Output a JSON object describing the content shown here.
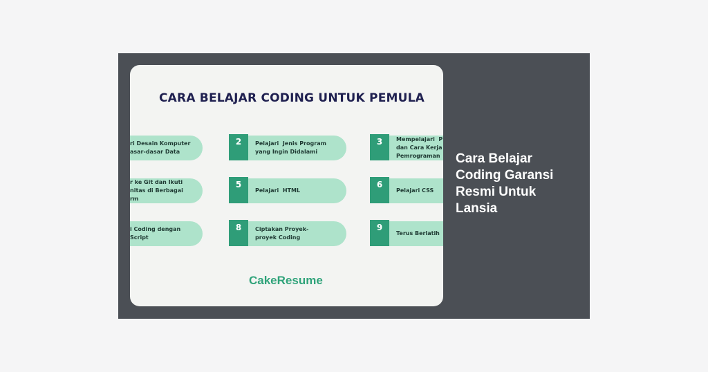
{
  "image": {
    "title": "CARA BELAJAR CODING UNTUK PEMULA",
    "steps": [
      {
        "number": "",
        "text": "ri Desain Komputer\nasar-dasar Data"
      },
      {
        "number": "2",
        "text": "Pelajari  Jenis Program\nyang Ingin Didalami"
      },
      {
        "number": "3",
        "text": "Mempelajari  P\ndan Cara Kerja\nPemrograman"
      },
      {
        "number": "",
        "text": "r ke Git dan Ikuti\nnitas di Berbagai\nrm"
      },
      {
        "number": "5",
        "text": "Pelajari  HTML"
      },
      {
        "number": "6",
        "text": "Pelajari CSS"
      },
      {
        "number": "",
        "text": "i Coding dengan\nScript"
      },
      {
        "number": "8",
        "text": "Ciptakan Proyek-\nproyek Coding"
      },
      {
        "number": "9",
        "text": "Terus Berlatih"
      }
    ],
    "logo": "CakeResume",
    "colors": {
      "accent": "#2f9d78",
      "pill": "#aee3cb",
      "title": "#1f2050"
    }
  },
  "article": {
    "title": "Cara Belajar Coding Garansi Resmi Untuk Lansia"
  }
}
